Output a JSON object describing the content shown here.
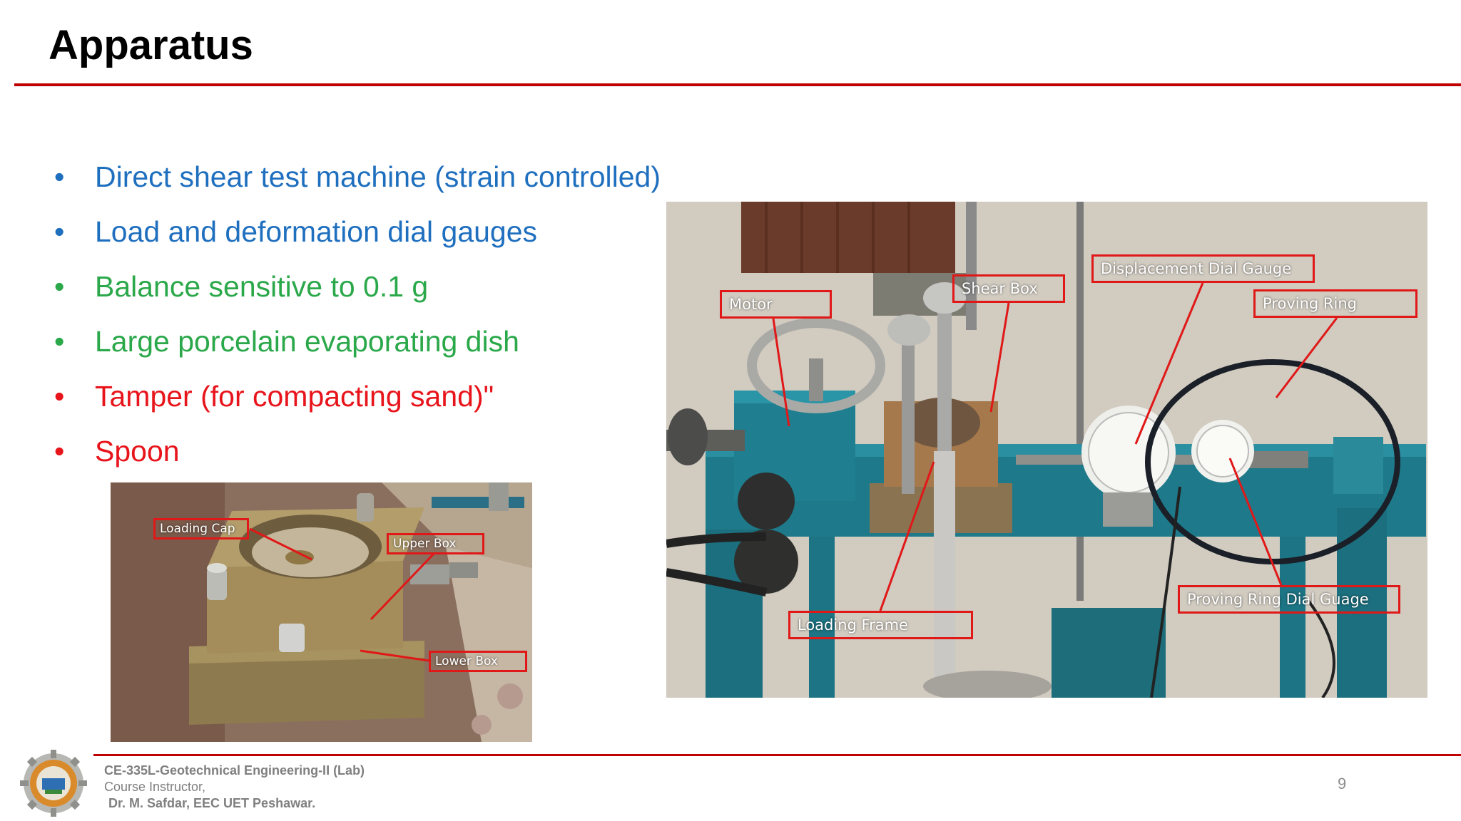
{
  "slide": {
    "title": "Apparatus",
    "bullets": [
      {
        "text": "Direct shear test machine (strain controlled)",
        "color": "#1f6fbf",
        "marker": "•"
      },
      {
        "text": "Load and deformation dial gauges",
        "color": "#1f6fbf",
        "marker": "•"
      },
      {
        "text": "Balance sensitive to 0.1 g",
        "color": "#2aa84a",
        "marker": "•"
      },
      {
        "text": "Large porcelain evaporating dish",
        "color": "#2aa84a",
        "marker": "•"
      },
      {
        "text": "Tamper (for compacting sand)\"",
        "color": "#e8141b",
        "marker": "•"
      },
      {
        "text": "Spoon",
        "color": "#e8141b",
        "marker": "•"
      }
    ]
  },
  "photo_small": {
    "labels": {
      "loading_cap": "Loading Cap",
      "upper_box": "Upper Box",
      "lower_box": "Lower Box"
    }
  },
  "photo_large": {
    "labels": {
      "motor": "Motor",
      "shear_box": "Shear Box",
      "displacement_dial_gauge": "Displacement Dial Gauge",
      "proving_ring": "Proving Ring",
      "proving_ring_dial_gauge": "Proving Ring Dial Guage",
      "loading_frame": "Loading Frame"
    }
  },
  "footer": {
    "course": "CE-335L-Geotechnical Engineering-II (Lab)",
    "role": "Course Instructor,",
    "instructor": "Dr. M. Safdar, EEC UET Peshawar.",
    "page_number": "9",
    "logo_icon": "university-seal-icon"
  },
  "colors": {
    "accent_rule": "#c00000",
    "callout_border": "#e01818",
    "machine_teal": "#1f7f90"
  }
}
